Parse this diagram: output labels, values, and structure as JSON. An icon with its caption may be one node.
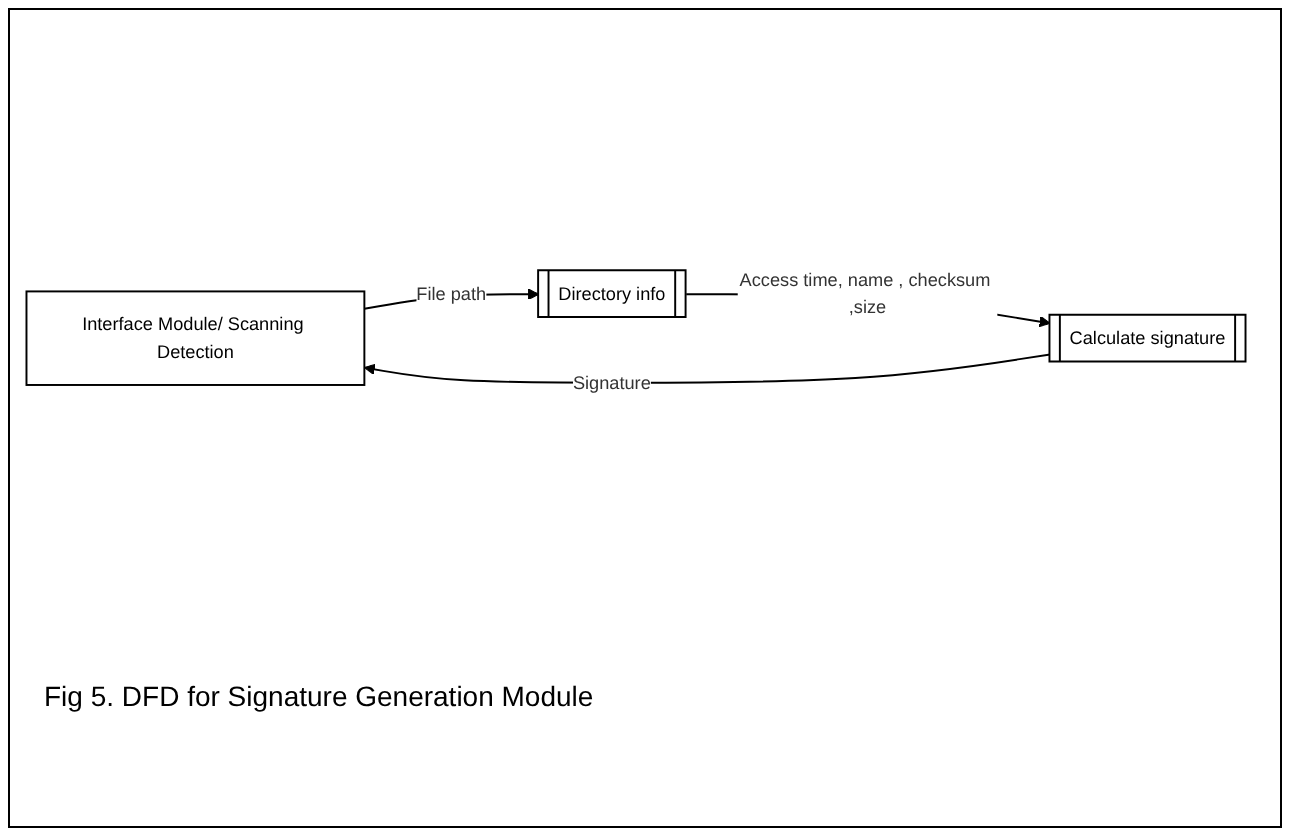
{
  "diagram": {
    "caption": "Fig 5. DFD for Signature Generation Module",
    "nodes": [
      {
        "text": [
          "Interface Module/ Scanning Detection"
        ]
      },
      {
        "text": [
          "Directory info"
        ]
      },
      {
        "text": [
          "Calculate signature"
        ]
      }
    ],
    "edges": [
      {
        "from": 0,
        "to": 1,
        "arrow": "to",
        "label": "File path"
      },
      {
        "from": 1,
        "to": 2,
        "arrow": "to",
        "label": "Access time, name , checksum ,size"
      },
      {
        "from": 2,
        "to": 0,
        "arrow": "to",
        "label": "Signature"
      }
    ]
  }
}
